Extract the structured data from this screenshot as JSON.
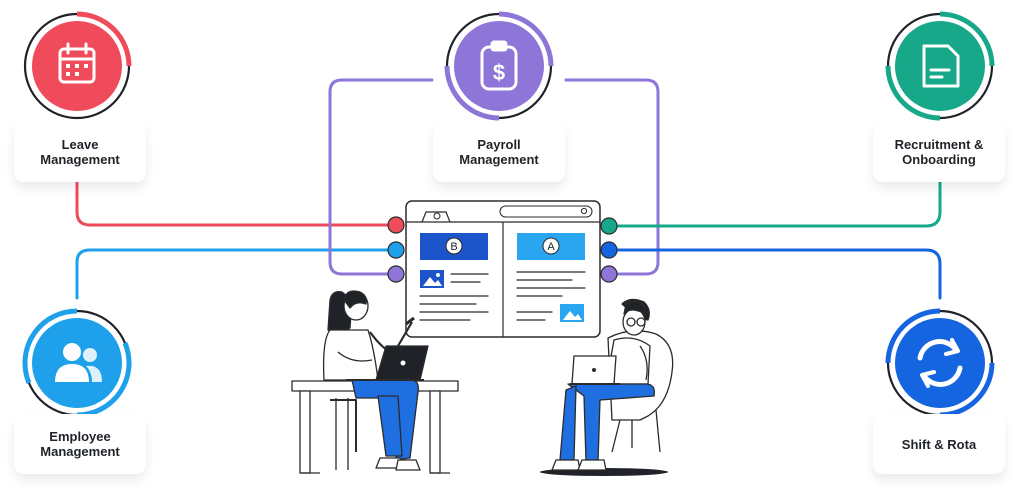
{
  "modules": {
    "leave": {
      "label": "Leave\nManagement",
      "color": "#f04b5b",
      "icon": "calendar-icon"
    },
    "payroll": {
      "label": "Payroll\nManagement",
      "color": "#8e75d8",
      "icon": "clipboard-dollar-icon"
    },
    "recruitment": {
      "label": "Recruitment &\nOnboarding",
      "color": "#17a889",
      "icon": "document-icon"
    },
    "employee": {
      "label": "Employee\nManagement",
      "color": "#1fa0ea",
      "icon": "users-icon"
    },
    "shift": {
      "label": "Shift & Rota",
      "color": "#1565e0",
      "icon": "refresh-icon"
    }
  },
  "compare": {
    "left_badge": "B",
    "right_badge": "A"
  },
  "colors": {
    "ink": "#1f2328",
    "outline": "#2b2b2b",
    "jeans": "#1f6fe0"
  }
}
